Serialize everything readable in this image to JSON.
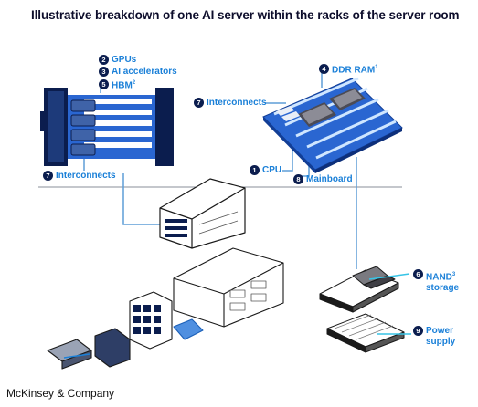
{
  "title": "Illustrative breakdown of one AI server within the racks of the server room",
  "footer": "McKinsey & Company",
  "colors": {
    "navy": "#0b1d4e",
    "blue": "#1b80d8",
    "cyan": "#37c4e6",
    "accent_line": "#5f9ed7"
  },
  "labels": {
    "gpus": {
      "num": "2",
      "text": "GPUs"
    },
    "ai_accel": {
      "num": "3",
      "text": "AI accelerators"
    },
    "hbm": {
      "num": "5",
      "text": "HBM",
      "sup": "2"
    },
    "interconnects_left": {
      "num": "7",
      "text": "Interconnects"
    },
    "interconnects_right": {
      "num": "7",
      "text": "Interconnects"
    },
    "ddr": {
      "num": "4",
      "text": "DDR RAM",
      "sup": "1"
    },
    "cpu": {
      "num": "1",
      "text": "CPU"
    },
    "mainboard": {
      "num": "8",
      "text": "Mainboard"
    },
    "nand": {
      "num": "6",
      "text": "NAND",
      "sup": "3",
      "text2": "storage"
    },
    "power": {
      "num": "9",
      "text": "Power",
      "text2": "supply"
    }
  }
}
